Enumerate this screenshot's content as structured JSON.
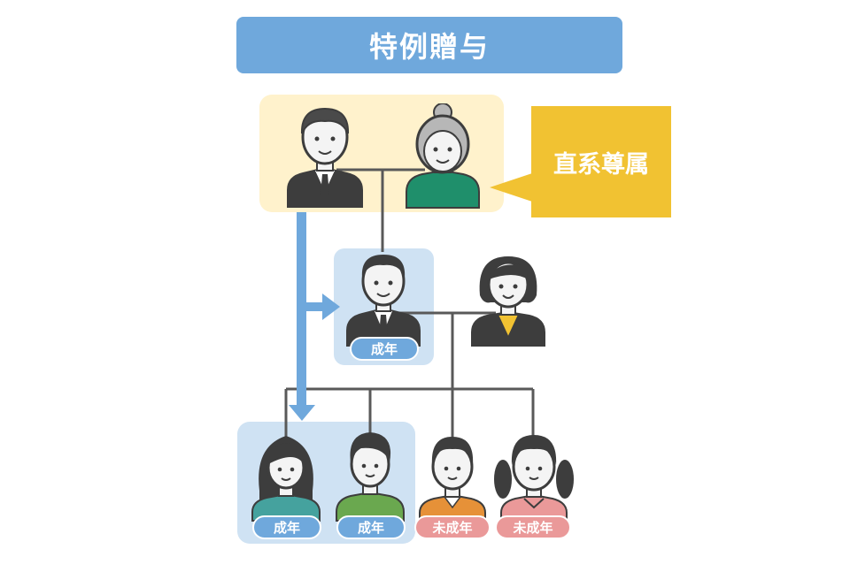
{
  "title": "特例贈与",
  "callout": {
    "label": "直系尊属"
  },
  "badges": {
    "parent_son": "成年",
    "child1": "成年",
    "child2": "成年",
    "child3": "未成年",
    "child4": "未成年"
  },
  "colors": {
    "title_bg": "#6fa8dc",
    "grandparent_bg": "#fff2cc",
    "adult_bg": "#cfe2f3",
    "callout_bg": "#f1c232",
    "adult_badge": "#6fa8dc",
    "minor_badge": "#ea9999",
    "arrow": "#6fa8dc",
    "connector": "#595959"
  },
  "people": [
    {
      "role": "grandfather",
      "icon": "grandfather-icon"
    },
    {
      "role": "grandmother",
      "icon": "grandmother-icon"
    },
    {
      "role": "father",
      "icon": "father-icon"
    },
    {
      "role": "mother",
      "icon": "mother-icon"
    },
    {
      "role": "child-girl-1",
      "icon": "girl-long-hair-icon"
    },
    {
      "role": "child-boy-1",
      "icon": "boy-icon"
    },
    {
      "role": "child-boy-2",
      "icon": "young-boy-icon"
    },
    {
      "role": "child-girl-2",
      "icon": "girl-pigtails-icon"
    }
  ]
}
